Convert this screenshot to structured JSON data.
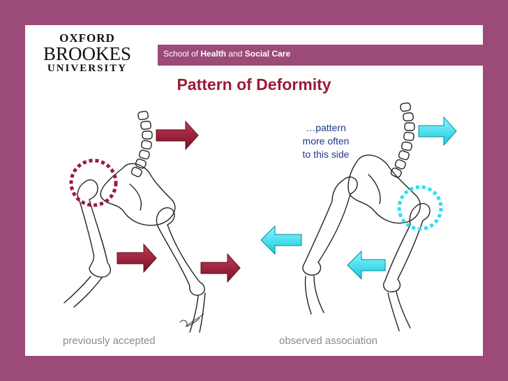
{
  "logo": {
    "line1": "OXFORD",
    "line2": "BROOKES",
    "line3": "UNIVERSITY"
  },
  "header": {
    "school_prefix": "School of ",
    "school_health": "Health",
    "school_and": " and ",
    "school_social": "Social Care"
  },
  "title": "Pattern of Deformity",
  "note": {
    "line1": "…pattern",
    "line2": "more often",
    "line3": "to this side"
  },
  "captions": {
    "left": "previously accepted",
    "right": "observed association"
  },
  "colors": {
    "brand": "#9c4a77",
    "title": "#9c1a3a",
    "left_arrows": "#9c1a3a",
    "right_arrows": "#2ee0ee",
    "note_text": "#1a3a8a"
  },
  "icons": {
    "left_arrows": "arrow-right-icon",
    "right_arrows_top": "arrow-right-icon",
    "right_arrows_bottom": "arrow-left-icon",
    "highlight": "dashed-circle-icon"
  }
}
